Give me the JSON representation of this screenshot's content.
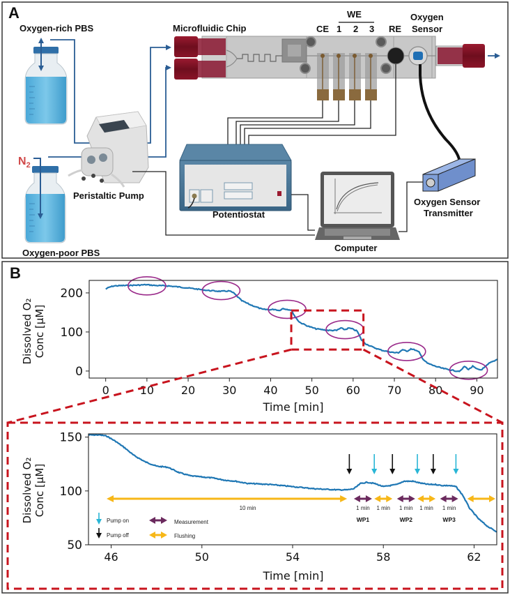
{
  "panel_a": {
    "label": "A",
    "oxygen_rich": "Oxygen-rich PBS",
    "oxygen_poor": "Oxygen-poor PBS",
    "n2_main": "N",
    "n2_sub": "2",
    "pump": "Peristaltic Pump",
    "chip": "Microfluidic Chip",
    "ce": "CE",
    "we": "WE",
    "we1": "1",
    "we2": "2",
    "we3": "3",
    "re": "RE",
    "oxygen_sensor_l1": "Oxygen",
    "oxygen_sensor_l2": "Sensor",
    "potentiostat": "Potentiostat",
    "computer": "Computer",
    "transmitter_l1": "Oxygen Sensor",
    "transmitter_l2": "Transmitter",
    "colors": {
      "tubing": "#2a5d94",
      "liquid": "#5ab4e0",
      "cap": "#2f6fa8",
      "fitting": "#7a1020",
      "chip": "#c8c8c8",
      "electrode": "#8a6a3e",
      "potentiostat": "#3e6e8e",
      "transmitter": "#7f9fd8",
      "n2": "#d04848"
    }
  },
  "panel_b": {
    "label": "B"
  },
  "chart_data": [
    {
      "type": "line",
      "title": "",
      "xlabel": "Time [min]",
      "ylabel_l1": "Dissolved O₂",
      "ylabel_l2": "Conc [μM]",
      "xlim": [
        -4,
        95
      ],
      "ylim": [
        -18,
        232
      ],
      "xticks": [
        0,
        10,
        20,
        30,
        40,
        50,
        60,
        70,
        80,
        90
      ],
      "xtick_labels": [
        "0",
        "10",
        "20",
        "30",
        "40",
        "50",
        "60",
        "70",
        "80",
        "90"
      ],
      "yticks": [
        0,
        100,
        200
      ],
      "ytick_labels": [
        "0",
        "100",
        "200"
      ],
      "line_color": "#1f77b4",
      "series": [
        {
          "name": "Dissolved O2",
          "x": [
            0,
            1,
            2,
            5,
            8,
            10,
            12,
            15,
            18,
            22,
            25,
            28,
            30,
            31,
            32,
            33,
            35,
            37,
            38,
            40,
            41,
            42,
            43,
            44,
            45,
            46,
            47,
            49,
            51,
            54,
            56,
            57,
            58,
            59,
            60,
            61,
            62,
            63,
            65,
            67,
            70,
            71,
            72,
            73,
            74,
            75,
            76,
            77,
            78,
            80,
            82,
            85,
            86,
            87,
            88,
            89,
            90,
            91,
            92,
            93,
            95
          ],
          "y": [
            210,
            215,
            218,
            219,
            220,
            221,
            219,
            218,
            215,
            210,
            206,
            204,
            205,
            200,
            190,
            180,
            170,
            162,
            158,
            157,
            158,
            155,
            160,
            158,
            156,
            138,
            125,
            115,
            108,
            104,
            104,
            110,
            106,
            110,
            107,
            102,
            80,
            70,
            60,
            53,
            47,
            47,
            55,
            50,
            57,
            54,
            48,
            30,
            20,
            12,
            6,
            0,
            0,
            12,
            4,
            12,
            5,
            3,
            10,
            20,
            30
          ]
        }
      ],
      "annotations": {
        "ellipse_centers": [
          [
            10,
            218
          ],
          [
            28,
            206
          ],
          [
            44,
            158
          ],
          [
            58,
            106
          ],
          [
            73,
            50
          ],
          [
            88,
            2
          ]
        ],
        "zoom_box": {
          "x0": 45,
          "x1": 62.5,
          "y0": 55,
          "y1": 155
        }
      }
    },
    {
      "type": "line",
      "title": "",
      "xlabel": "Time [min]",
      "ylabel_l1": "Dissolved O₂",
      "ylabel_l2": "Conc [μM]",
      "xlim": [
        45,
        63
      ],
      "ylim": [
        50,
        153
      ],
      "xticks": [
        46,
        50,
        54,
        58,
        62
      ],
      "xtick_labels": [
        "46",
        "50",
        "54",
        "58",
        "62"
      ],
      "yticks": [
        50,
        100,
        150
      ],
      "ytick_labels": [
        "50",
        "100",
        "150"
      ],
      "line_color": "#1f77b4",
      "series": [
        {
          "name": "Dissolved O2",
          "x": [
            45,
            45.5,
            45.8,
            46.2,
            46.6,
            47,
            47.5,
            48,
            48.5,
            49,
            49.5,
            50,
            50.5,
            51,
            51.5,
            52,
            53,
            54,
            55,
            56,
            56.4,
            56.7,
            57,
            57.3,
            57.6,
            58,
            58.3,
            58.6,
            58.9,
            59.3,
            59.7,
            60,
            60.3,
            60.6,
            60.9,
            61.2,
            61.5,
            61.8,
            62.2,
            62.6,
            63
          ],
          "y": [
            152,
            152,
            151,
            146,
            140,
            133,
            127,
            123,
            122,
            117,
            114,
            113,
            112,
            110,
            109,
            107,
            106,
            104,
            102,
            101,
            101,
            102,
            107,
            108,
            107,
            104,
            105,
            106,
            109,
            109,
            107,
            106,
            106,
            105,
            105,
            104,
            96,
            84,
            74,
            67,
            62
          ]
        }
      ],
      "events": {
        "pump_off_x": [
          56.5,
          58.4,
          60.2
        ],
        "pump_on_x": [
          57.6,
          59.5,
          61.2
        ],
        "flush_long": {
          "x0": 45.8,
          "x1": 56.4,
          "label": "10 min"
        },
        "measurement": [
          {
            "x0": 56.7,
            "x1": 57.5,
            "label": "1 min"
          },
          {
            "x0": 58.6,
            "x1": 59.4,
            "label": "1 min"
          },
          {
            "x0": 60.5,
            "x1": 61.3,
            "label": "1 min"
          }
        ],
        "flushing": [
          {
            "x0": 57.6,
            "x1": 58.4,
            "label": "1 min"
          },
          {
            "x0": 59.5,
            "x1": 60.3,
            "label": "1 min"
          },
          {
            "x0": 61.7,
            "x1": 63.2,
            "label": ""
          }
        ],
        "wp_labels": [
          {
            "x": 57.1,
            "text": "WP1"
          },
          {
            "x": 59.0,
            "text": "WP2"
          },
          {
            "x": 60.9,
            "text": "WP3"
          }
        ]
      },
      "legend": {
        "placement": "bottom-left",
        "items": [
          {
            "symbol": "cyan-down-arrow",
            "label": "Pump on",
            "color": "#29b6d6"
          },
          {
            "symbol": "black-down-arrow",
            "label": "Pump off",
            "color": "#111111"
          },
          {
            "symbol": "purple-double-arrow",
            "label": "Measurement",
            "color": "#6b2a5e"
          },
          {
            "symbol": "yellow-double-arrow",
            "label": "Flushing",
            "color": "#f7b718"
          }
        ]
      }
    }
  ]
}
